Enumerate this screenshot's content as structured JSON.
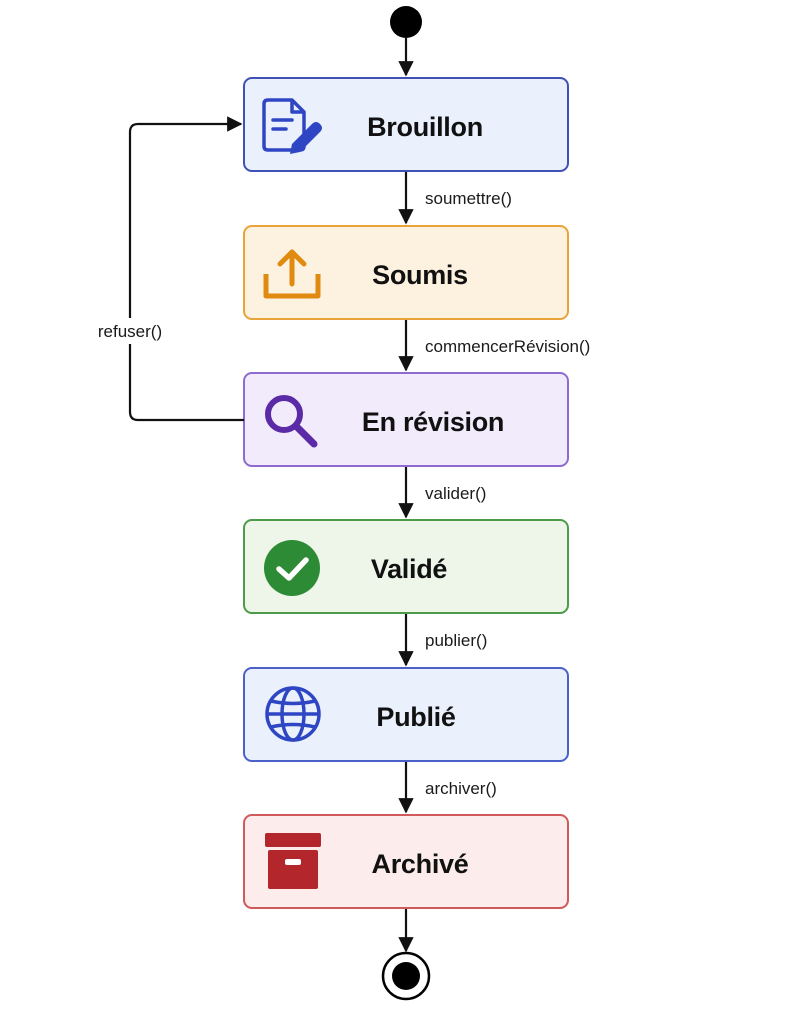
{
  "states": [
    {
      "id": "brouillon",
      "label": "Brouillon",
      "icon": "document-edit-icon",
      "fill": "#eaf1fd",
      "stroke": "#3f51b5",
      "icon_color": "#2f46c4"
    },
    {
      "id": "soumis",
      "label": "Soumis",
      "icon": "upload-icon",
      "fill": "#fdf1df",
      "stroke": "#e8a43a",
      "icon_color": "#e08a10"
    },
    {
      "id": "en-revision",
      "label": "En révision",
      "icon": "search-icon",
      "fill": "#f1ebfb",
      "stroke": "#8e6bd0",
      "icon_color": "#5b2aa6"
    },
    {
      "id": "valide",
      "label": "Validé",
      "icon": "check-circle-icon",
      "fill": "#edf6e9",
      "stroke": "#4c9a4a",
      "icon_color": "#2e8b35"
    },
    {
      "id": "publie",
      "label": "Publié",
      "icon": "globe-icon",
      "fill": "#eaf1fd",
      "stroke": "#4a62c8",
      "icon_color": "#2f46c4"
    },
    {
      "id": "archive",
      "label": "Archivé",
      "icon": "archive-box-icon",
      "fill": "#fcecec",
      "stroke": "#d05a5a",
      "icon_color": "#b3262b"
    }
  ],
  "transitions": [
    {
      "from": "brouillon",
      "to": "soumis",
      "label": "soumettre()"
    },
    {
      "from": "soumis",
      "to": "en-revision",
      "label": "commencerRévision()"
    },
    {
      "from": "en-revision",
      "to": "valide",
      "label": "valider()"
    },
    {
      "from": "valide",
      "to": "publie",
      "label": "publier()"
    },
    {
      "from": "publie",
      "to": "archive",
      "label": "archiver()"
    },
    {
      "from": "en-revision",
      "to": "brouillon",
      "label": "refuser()"
    }
  ]
}
